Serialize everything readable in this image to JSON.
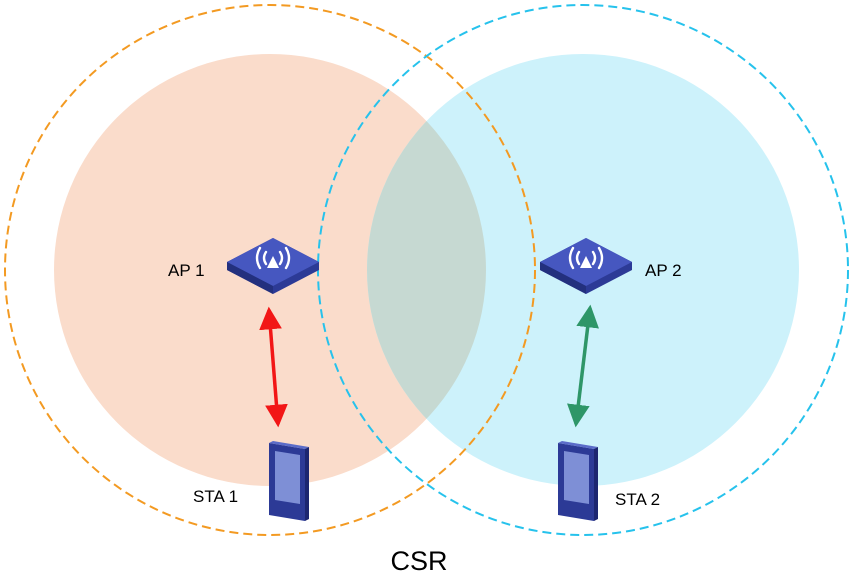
{
  "diagram": {
    "caption": "CSR",
    "ap1": {
      "label": "AP 1"
    },
    "ap2": {
      "label": "AP 2"
    },
    "sta1": {
      "label": "STA 1"
    },
    "sta2": {
      "label": "STA 2"
    }
  },
  "colors": {
    "ap1_coverage": "#fadccb",
    "ap2_coverage": "#cdf2fb",
    "overlap": "#c6d9d2",
    "ap1_range_ring": "#f39a22",
    "ap2_range_ring": "#26c2ec",
    "ap1_link": "#f21616",
    "ap2_link": "#2e9668",
    "device_body": "#2c3a96",
    "device_top": "#4657c0",
    "screen": "#7e8fd6"
  }
}
